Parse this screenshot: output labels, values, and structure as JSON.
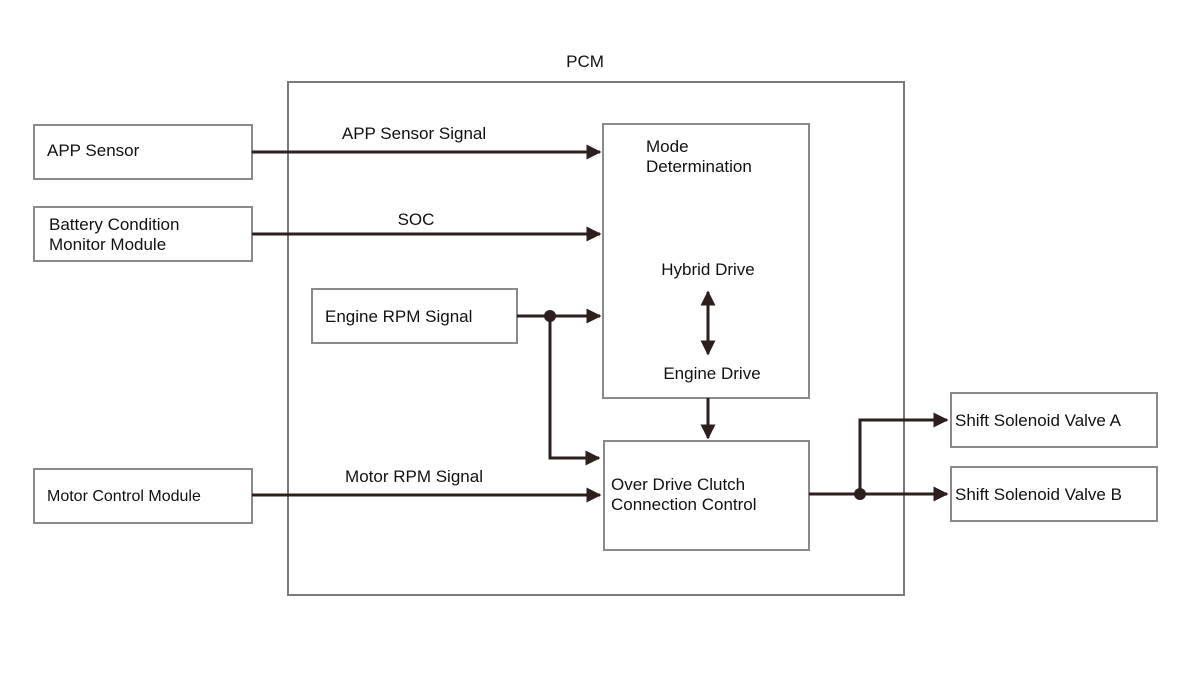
{
  "pcm": {
    "title": "PCM"
  },
  "inputs": {
    "app_sensor": "APP Sensor",
    "battery_line1": "Battery Condition",
    "battery_line2": "Monitor Module",
    "engine_rpm": "Engine RPM Signal",
    "motor_control": "Motor Control Module"
  },
  "signals": {
    "app_sensor_signal": "APP Sensor Signal",
    "soc": "SOC",
    "motor_rpm_signal": "Motor RPM Signal"
  },
  "mode_determination": {
    "title_line1": "Mode",
    "title_line2": "Determination",
    "hybrid_drive": "Hybrid Drive",
    "engine_drive": "Engine Drive"
  },
  "overdrive": {
    "line1": "Over Drive Clutch",
    "line2": "Connection Control"
  },
  "outputs": {
    "valve_a": "Shift Solenoid Valve A",
    "valve_b": "Shift Solenoid Valve B"
  }
}
